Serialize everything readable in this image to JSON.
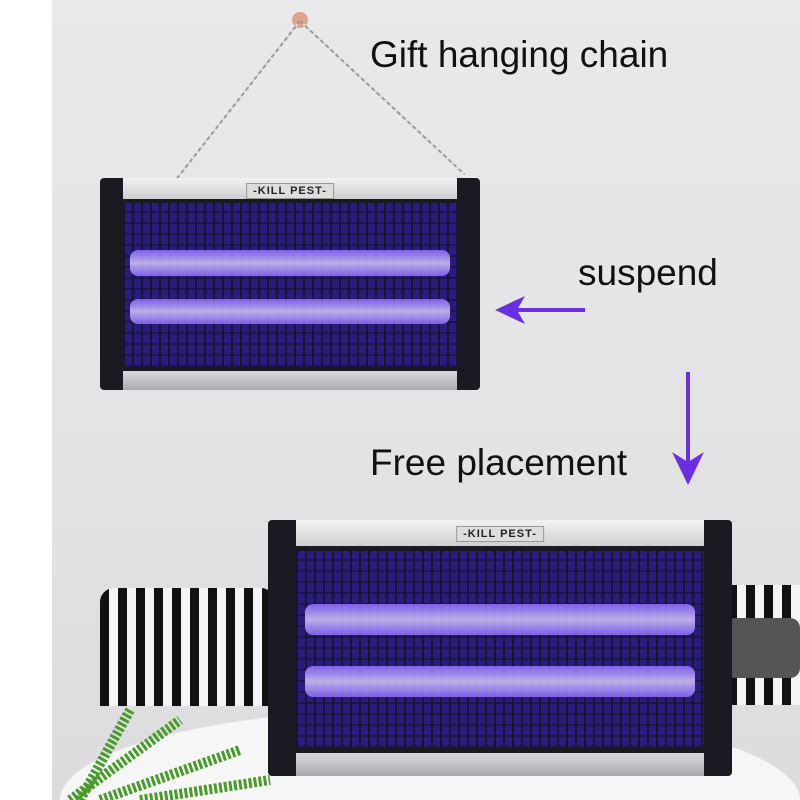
{
  "captions": {
    "chain": "Gift hanging chain",
    "suspend": "suspend",
    "placement": "Free placement"
  },
  "product": {
    "logo_text": "-KILL PEST-"
  },
  "colors": {
    "arrow": "#6b2fe3",
    "uv_glow": "#8c6cff"
  }
}
